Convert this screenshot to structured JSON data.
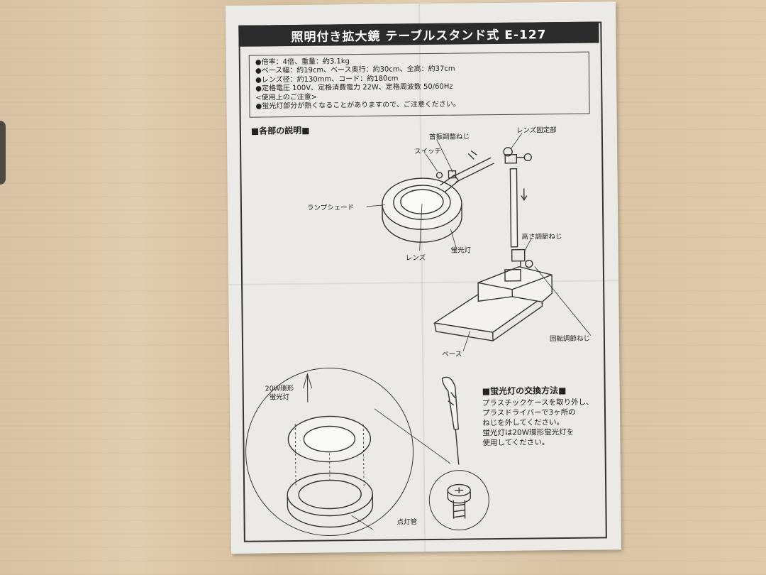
{
  "document": {
    "title": "照明付き拡大鏡 テーブルスタンド式 E-127",
    "specs": [
      "●倍率：4倍、重量：約3.1kg",
      "●ベース幅：約19cm、ベース奥行：約30cm、全高：約37cm",
      "●レンズ径：約130mm、コード：約180cm",
      "●定格電圧 100V、定格消費電力 22W、定格周波数 50/60Hz",
      "<使用上のご注意>",
      "●蛍光灯部分が熱くなることがありますので、ご注意ください。"
    ],
    "parts_heading": "■各部の説明■",
    "parts": {
      "neck_screw": "首振調整ねじ",
      "switch": "スイッチ",
      "lens_fixing": "レンズ固定部",
      "lamp_shade": "ランプシェード",
      "height_screw": "高さ調節ねじ",
      "lens": "レンズ",
      "fluorescent": "蛍光灯",
      "rotation_screw": "回転調節ねじ",
      "base": "ベース"
    },
    "exploded": {
      "ring_label_1": "20W環形",
      "ring_label_2": "蛍光灯",
      "lamp_socket": "点灯管"
    },
    "replace_heading": "■蛍光灯の交換方法■",
    "replace_text": [
      "プラスチックケースを取り外し、",
      "プラスドライバーで3ヶ所の",
      "ねじを外してください。",
      "蛍光灯は20W環形蛍光灯を",
      "使用してください。"
    ]
  }
}
